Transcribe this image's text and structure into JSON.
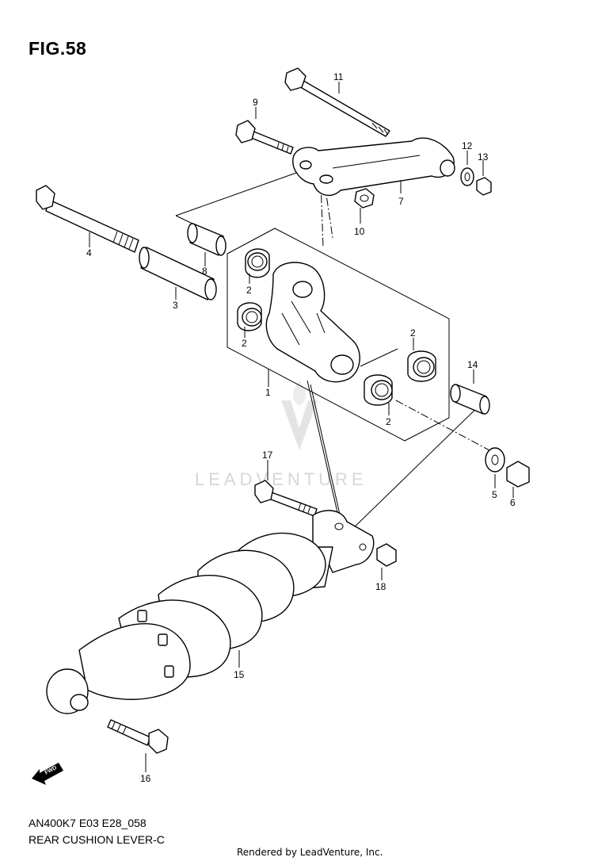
{
  "figure": {
    "title": "FIG.58",
    "code": "AN400K7 E03 E28_058",
    "name": "REAR CUSHION LEVER-C",
    "rendered_by": "Rendered by LeadVenture, Inc.",
    "watermark": "LEADVENTURE",
    "fwd_label": "FWD"
  },
  "callouts": [
    {
      "id": "c11",
      "text": "11"
    },
    {
      "id": "c9",
      "text": "9"
    },
    {
      "id": "c12",
      "text": "12"
    },
    {
      "id": "c13",
      "text": "13"
    },
    {
      "id": "c7",
      "text": "7"
    },
    {
      "id": "c10",
      "text": "10"
    },
    {
      "id": "c4",
      "text": "4"
    },
    {
      "id": "c8",
      "text": "8"
    },
    {
      "id": "c3",
      "text": "3"
    },
    {
      "id": "c2a",
      "text": "2"
    },
    {
      "id": "c2b",
      "text": "2"
    },
    {
      "id": "c2c",
      "text": "2"
    },
    {
      "id": "c2d",
      "text": "2"
    },
    {
      "id": "c1",
      "text": "1"
    },
    {
      "id": "c14",
      "text": "14"
    },
    {
      "id": "c5",
      "text": "5"
    },
    {
      "id": "c6",
      "text": "6"
    },
    {
      "id": "c17",
      "text": "17"
    },
    {
      "id": "c18",
      "text": "18"
    },
    {
      "id": "c15",
      "text": "15"
    },
    {
      "id": "c16",
      "text": "16"
    }
  ]
}
